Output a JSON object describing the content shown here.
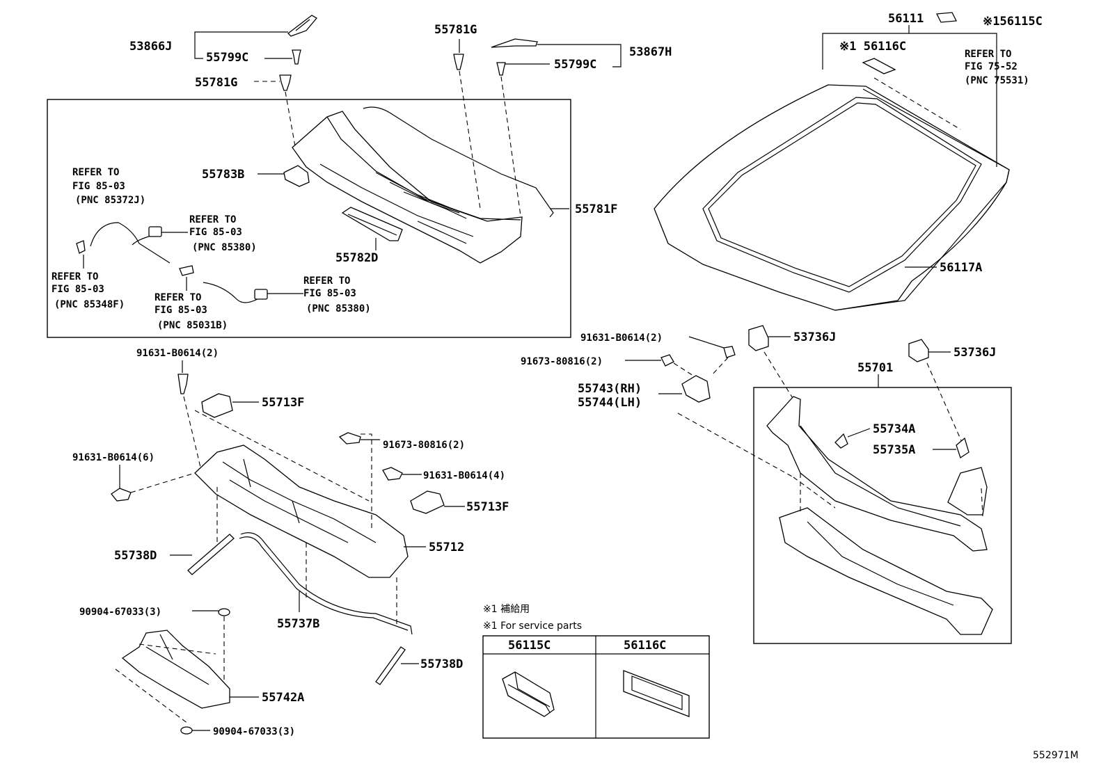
{
  "diagram_code": "552971M",
  "labels": {
    "p53866J": "53866J",
    "p55799C_l": "55799C",
    "p55781G_l": "55781G",
    "p55781G_t": "55781G",
    "p53867H": "53867H",
    "p55799C_r": "55799C",
    "p55783B": "55783B",
    "p55781F": "55781F",
    "p55782D": "55782D",
    "p56111": "56111",
    "p56115C_top": "※156115C",
    "p56116C_top": "※1 56116C",
    "p56117A": "56117A",
    "p91631_top": "91631-B0614(2)",
    "p91631_mid": "91631-B0614(2)",
    "p91673_mid": "91673-80816(2)",
    "p53736J_a": "53736J",
    "p53736J_b": "53736J",
    "p55743": "55743(RH)",
    "p55744": "55744(LH)",
    "p55701": "55701",
    "p55734A": "55734A",
    "p55735A": "55735A",
    "p55713F_a": "55713F",
    "p55713F_b": "55713F",
    "p91673_low": "91673-80816(2)",
    "p91631_6": "91631-B0614(6)",
    "p91631_4": "91631-B0614(4)",
    "p55712": "55712",
    "p55738D_l": "55738D",
    "p55738D_r": "55738D",
    "p55737B": "55737B",
    "p90904_top": "90904-67033(3)",
    "p90904_bot": "90904-67033(3)",
    "p55742A": "55742A"
  },
  "references": {
    "r1": [
      "REFER TO",
      "FIG 85-03",
      "(PNC 85372J)"
    ],
    "r2": [
      "REFER TO",
      "FIG 85-03",
      "(PNC 85380)"
    ],
    "r3": [
      "REFER TO",
      "FIG 85-03",
      "(PNC 85348F)"
    ],
    "r4": [
      "REFER TO",
      "FIG 85-03",
      "(PNC 85031B)"
    ],
    "r5": [
      "REFER TO",
      "FIG 85-03",
      "(PNC 85380)"
    ],
    "r6": [
      "REFER TO",
      "FIG 75-52",
      "(PNC 75531)"
    ]
  },
  "notes": {
    "jp": "※1 補給用",
    "en": "※1 For service parts"
  },
  "service_table": {
    "col1": "56115C",
    "col2": "56116C"
  }
}
